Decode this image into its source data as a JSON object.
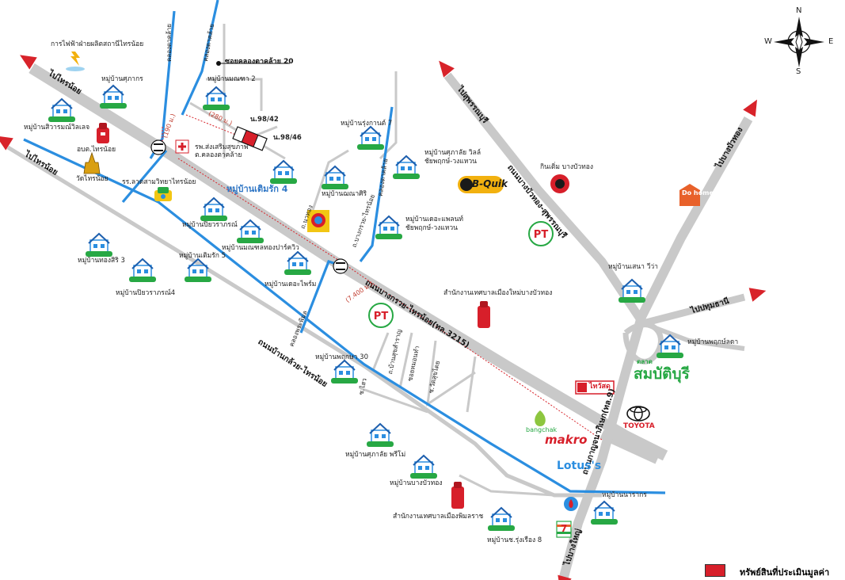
{
  "compass": {
    "n": "N",
    "s": "S",
    "e": "E",
    "w": "W"
  },
  "roads": {
    "main": "ถนนบางกรวย-ไทรน้อย(ทล.3215)",
    "secondary": "ถนนบ้านกล้วย-ไทรน้อย",
    "kanchana": "ถนนกาญจนาภิเษก(ทล.9)",
    "bangbua": "ถนนบางบัวทอง-สุพรรณบุรี",
    "soi20": "ซอยคลองตาคล้าย 20",
    "soi_a": "คลองตาคล้าย",
    "soi_b": "คลองตาคล้าย",
    "soi_c": "คลองตาคล้าย",
    "soi_d": "คลองพระพิมล",
    "soi_e": "ถ.บางกรวย-ไทรน้อย",
    "soi_f": "ถ.นาทอง",
    "soi_g": "ถ.บ้านสุขสำราญ",
    "soi_h": "ซอยหมอนทำ",
    "soi_i": "ซ.วัดสุขไตย",
    "soi_j": "ซ.ไสว"
  },
  "directions": {
    "to_sainoi_1": "ไปไทรน้อย",
    "to_sainoi_2": "ไปไทรน้อย",
    "to_suphan": "ไปสุพรรณบุรี",
    "to_bangyai": "ไปบางใหญ่",
    "to_pathum": "ไปปทุมธานี",
    "to_bangbuathong": "ไปบางบัวทอง"
  },
  "distances": {
    "d1": "(190 ม.)",
    "d2": "(280 ม.)",
    "d3": "(7.400 ม.)"
  },
  "plots": {
    "p1": "น.98/42",
    "p2": "น.98/46"
  },
  "places": {
    "egat": "การไฟฟ้าฝ่ายผลิตสถานีไทรน้อย",
    "police": "อบต.ไทรน้อย",
    "temple": "วัดไทรน้อย",
    "hospital": "รพ.ส่งเสริมสุขภาพ\nต.คลองตาคล้าย",
    "school": "รร.ลาดสามวิทยาไทรน้อย",
    "office1": "สำนักงานเทศบาลเมืองใหม่บางบัวทอง",
    "office2": "สำนักงานเทศบาลเมืองพิมลราช",
    "kin_sem": "กินเติ่ม บางบัวทอง"
  },
  "villages": {
    "v1": "หมู่บ้านศุภากร",
    "v2": "หมู่บ้านสิวารมณ์วิลเลจ",
    "v3": "หมู่บ้านมณฑา 2",
    "v4": "หมู่บ้านรุ่งกานต์ 7",
    "v5": "หมู่บ้านศุภาลัย วิลล์\nชัยพฤกษ์-วงแหวน",
    "v6": "หมู่บ้านเติมรัก 4",
    "v7": "หมู่บ้านฌณาศิริ",
    "v8": "หมู่บ้านปิยวราภรณ์",
    "v9": "หมู่บ้านมณฑลทองปาร์ควิว",
    "v10": "หมู่บ้านเดอะแพลนท์\nชัยพฤกษ์-วงแหวน",
    "v11": "หมู่บ้านทองสิริ 3",
    "v12": "หมู่บ้านเติมรัก 5",
    "v13": "หมู่บ้านปิยวราภรณ์4",
    "v14": "หมู่บ้านเดอะไพร์ม",
    "v15": "หมู่บ้านเสนา วีว่า",
    "v16": "หมู่บ้านพฤกษ์ลดา",
    "v17": "หมู่บ้านพฤกษา 30",
    "v18": "หมู่บ้านศุภาลัย พรีโม่",
    "v19": "หมู่บ้านบางบัวทอง",
    "v20": "หมู่บ้านนารากร",
    "v21": "หมู่บ้านช.รุ่งเรือง 8"
  },
  "brands": {
    "bquik": "B-Quik",
    "pt": "PT",
    "dohome": "Do home",
    "thaiwatsadu": "ไทวัสดุ",
    "sombat_small": "ตลาด",
    "sombat": "สมบัติบุรี",
    "toyota": "TOYOTA",
    "bangchak": "bangchak",
    "makro": "makro",
    "lotus": "Lotus's",
    "seven": "7"
  },
  "legend": {
    "label": "ทรัพย์สินที่ประเมินมูลค่า"
  },
  "colors": {
    "road": "#c9c9c9",
    "canal": "#2b8ee0",
    "arrow": "#d8232a",
    "property": "#d71f2a",
    "green": "#27a844"
  }
}
